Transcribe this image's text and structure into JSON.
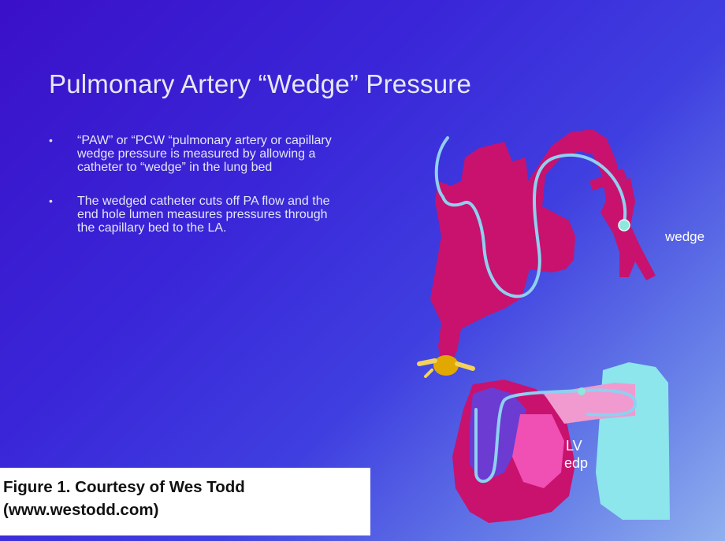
{
  "slide": {
    "title": "Pulmonary Artery  “Wedge” Pressure",
    "bullets": [
      {
        "marker": "•",
        "text": "“PAW”  or “PCW “pulmonary artery or capillary wedge pressure is measured by allowing a catheter to “wedge” in the lung bed"
      },
      {
        "marker": "•",
        "text": "The wedged catheter cuts off PA flow and the end hole lumen measures pressures through the capillary bed to the LA."
      }
    ],
    "diagram": {
      "labels": {
        "wedge": "wedge",
        "lv": "LV",
        "edp": "edp"
      },
      "colors": {
        "heart": "#c8126e",
        "catheter": "#8fd0f0",
        "lung": "#8ce6ec",
        "balloon": "#e0a800"
      }
    }
  },
  "caption": {
    "label": "Figure 1.",
    "line1_rest": " Courtesy of Wes Todd",
    "line2": "(www.westodd.com)"
  }
}
